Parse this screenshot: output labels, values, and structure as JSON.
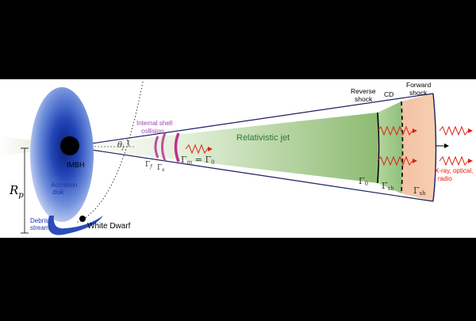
{
  "labels": {
    "reverse_shock_line1": "Reverse",
    "reverse_shock_line2": "shock",
    "cd": "CD",
    "forward_shock_line1": "Forward",
    "forward_shock_line2": "shock",
    "internal_shell_line1": "Internal shell",
    "internal_shell_line2": "collision",
    "relativistic_jet": "Relativistic jet",
    "imbh": "IMBH",
    "accretion_line1": "Accretion",
    "accretion_line2": "disk",
    "debris_line1": "Debris",
    "debris_line2": "stream",
    "white_dwarf": "White Dwarf",
    "xray_line1": "X-ray, optical,",
    "xray_line2": "radio",
    "theta_j": "θ",
    "theta_sub": "j",
    "rp_main": "R",
    "rp_sub": "p",
    "gamma_m_eq": "Γ",
    "gamma_m_sub": "m",
    "gamma_m_eq_rhs": " = Γ",
    "gamma_m_rhs_sub": "0",
    "gamma_f": "Γ",
    "gamma_f_sub": "f",
    "gamma_s": "Γ",
    "gamma_s_sub": "s",
    "gamma_0_jet": "Γ",
    "gamma_0_jet_sub": "0",
    "gamma_sh_mid": "Γ",
    "gamma_sh_mid_sub": "sh",
    "gamma_sh_right": "Γ",
    "gamma_sh_right_sub": "sh"
  },
  "colors": {
    "jet_start": "#ffffff",
    "jet_end": "#8fbf75",
    "shocked_region": "#9cc98a",
    "forward_region": "#f5c6a5",
    "disk_blue": "#1a3fb0",
    "purple": "#9b3fb5",
    "magenta": "#c0308f",
    "red": "#e02010",
    "green_text": "#2f7a2f",
    "blue_text": "#2233aa"
  }
}
